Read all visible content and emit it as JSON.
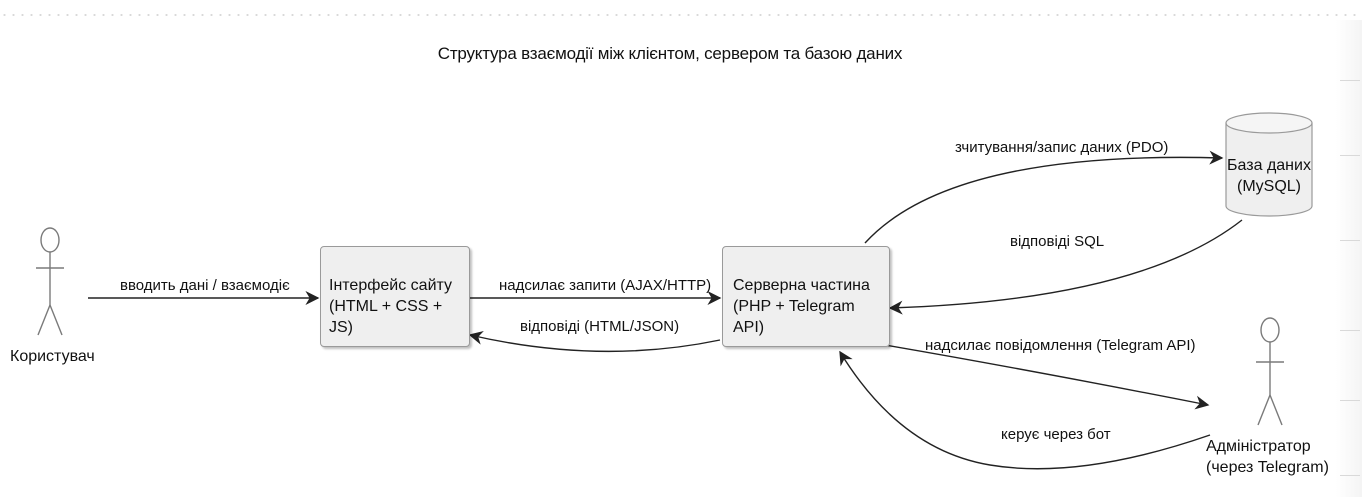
{
  "title": "Структура взаємодії між клієнтом, сервером та базою даних",
  "nodes": {
    "user": {
      "label": "Користувач"
    },
    "interface": {
      "line1": "Інтерфейс сайту",
      "line2": "(HTML + CSS + JS)"
    },
    "server": {
      "line1": "Серверна частина",
      "line2": "(PHP + Telegram API)"
    },
    "database": {
      "line1": "База даних",
      "line2": "(MySQL)"
    },
    "admin": {
      "line1": "Адміністратор",
      "line2": "(через Telegram)"
    }
  },
  "edges": {
    "user_to_interface": "вводить дані / взаємодіє",
    "interface_to_server": "надсилає запити (AJAX/HTTP)",
    "server_to_interface": "відповіді (HTML/JSON)",
    "server_to_db": "зчитування/запис даних (PDO)",
    "db_to_server": "відповіді SQL",
    "server_to_admin": "надсилає повідомлення (Telegram API)",
    "admin_to_server": "керує через бот"
  },
  "colors": {
    "box_fill": "#efefef",
    "box_border": "#9a9a9a",
    "line": "#222222"
  }
}
